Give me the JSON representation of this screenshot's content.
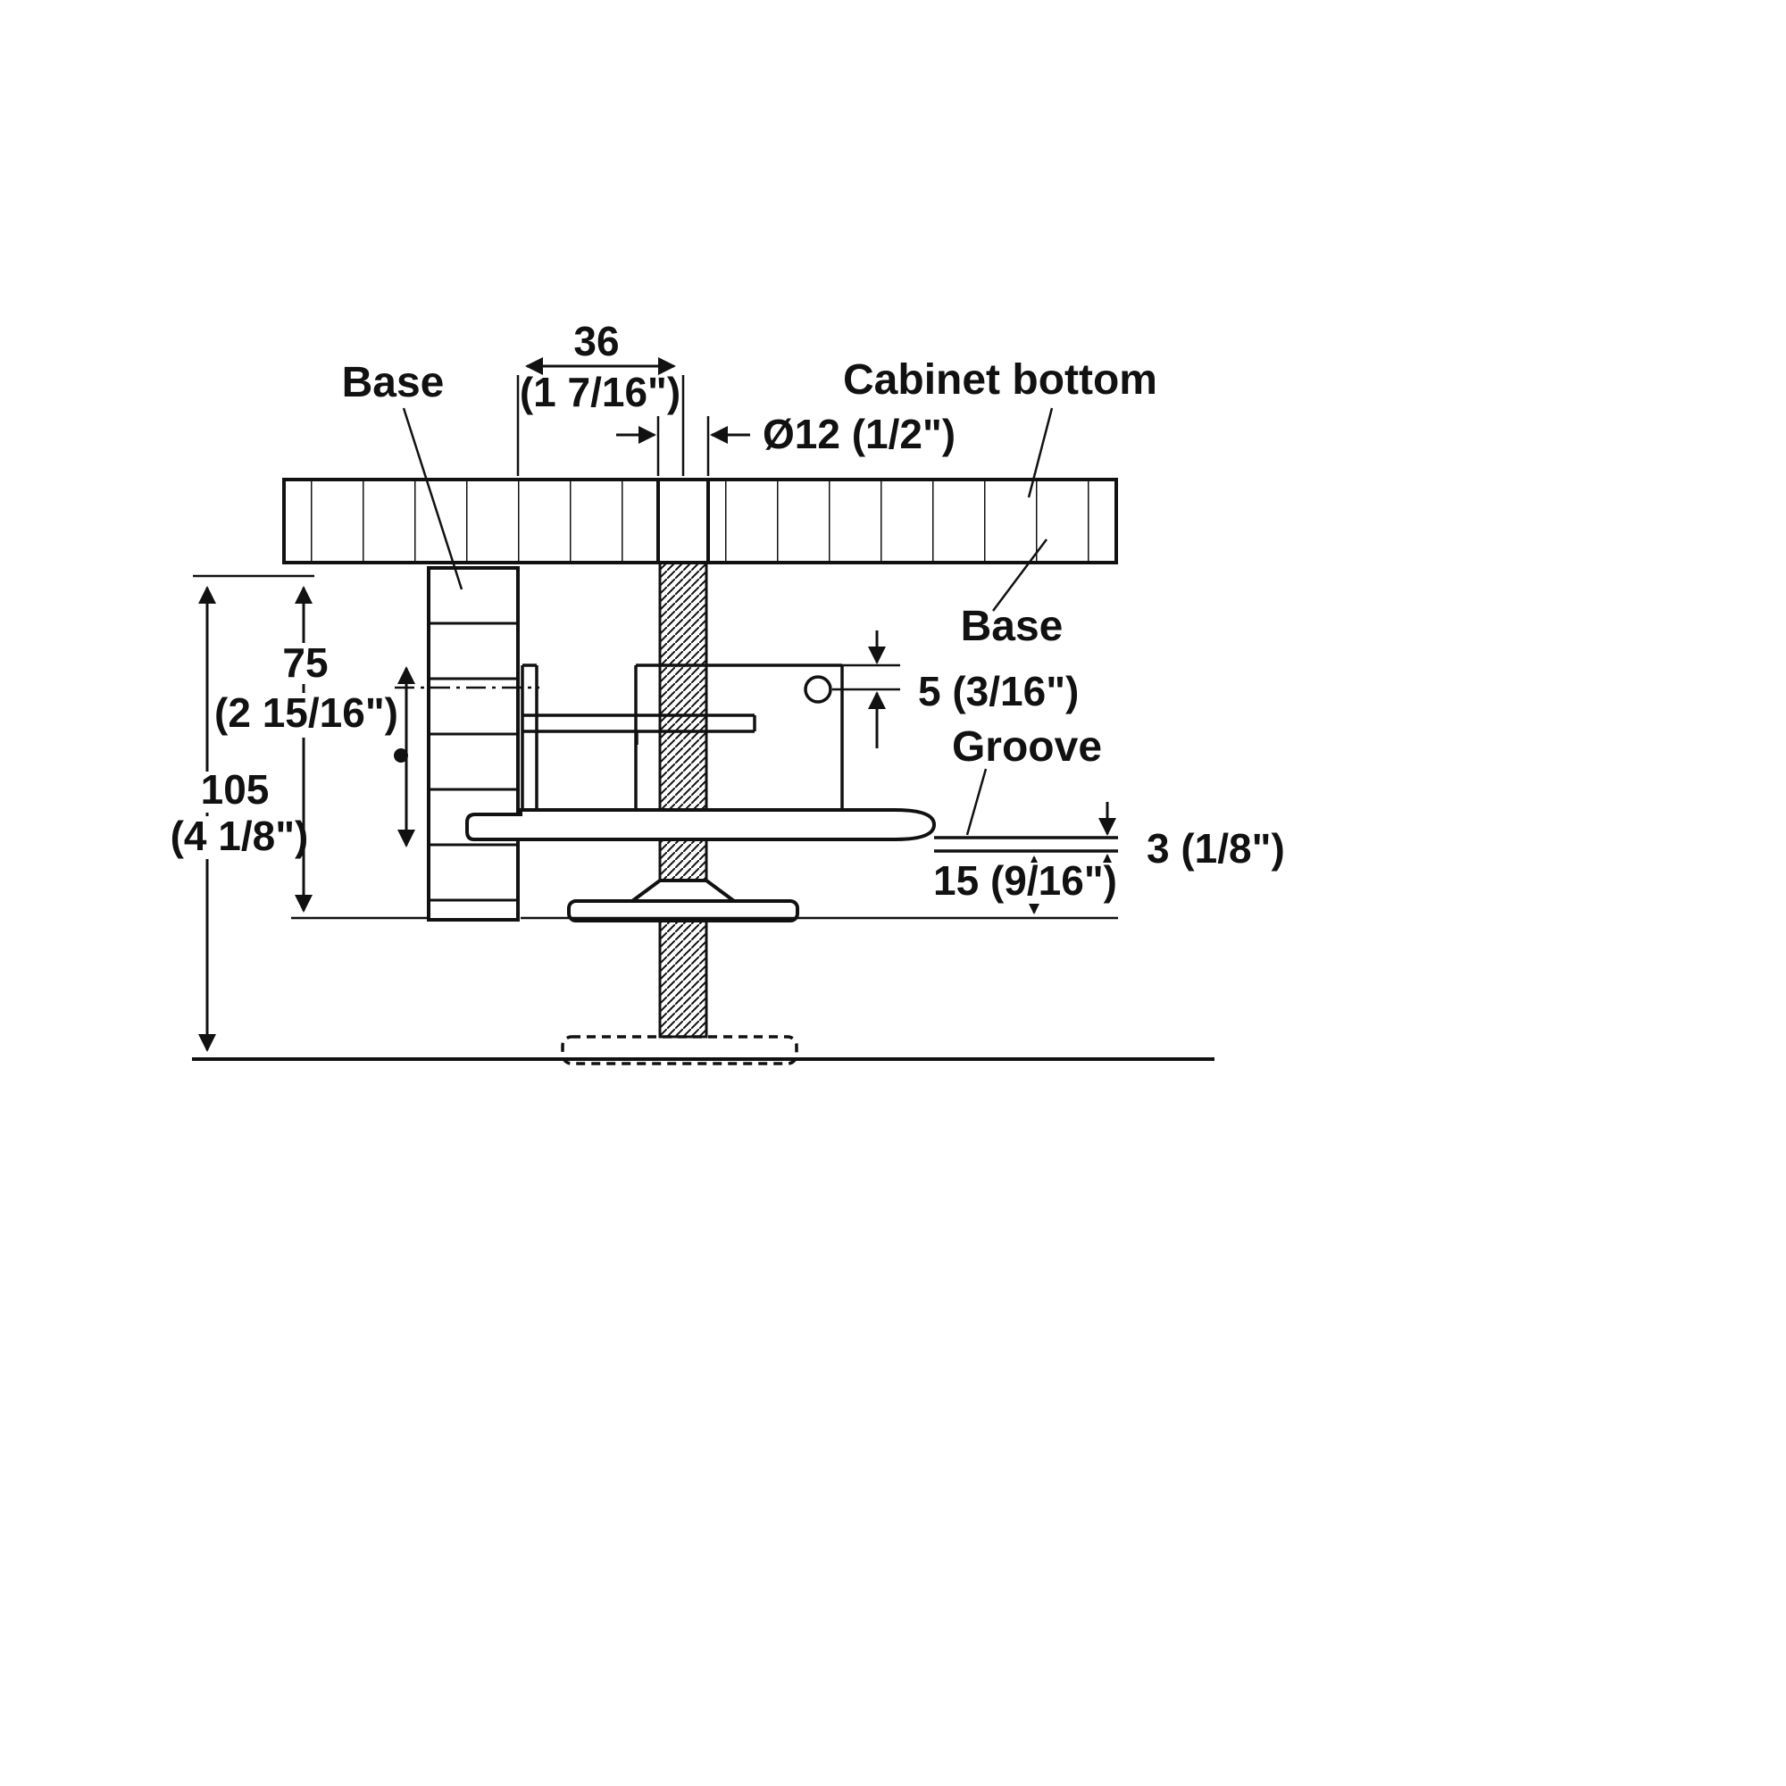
{
  "diagram": {
    "labels": {
      "base_top": "Base",
      "cabinet_bottom": "Cabinet bottom",
      "base_right": "Base",
      "groove": "Groove"
    },
    "dimensions": {
      "top_width_mm": "36",
      "top_width_inch": "(1 7/16\")",
      "hole_diameter": "Ø12 (1/2\")",
      "inner_height_mm": "75",
      "inner_height_inch": "(2 15/16\")",
      "outer_height_mm": "105",
      "outer_height_inch": "(4 1/8\")",
      "hole_offset": "5 (3/16\")",
      "groove_thickness": "3 (1/8\")",
      "groove_depth": "15 (9/16\")"
    }
  }
}
